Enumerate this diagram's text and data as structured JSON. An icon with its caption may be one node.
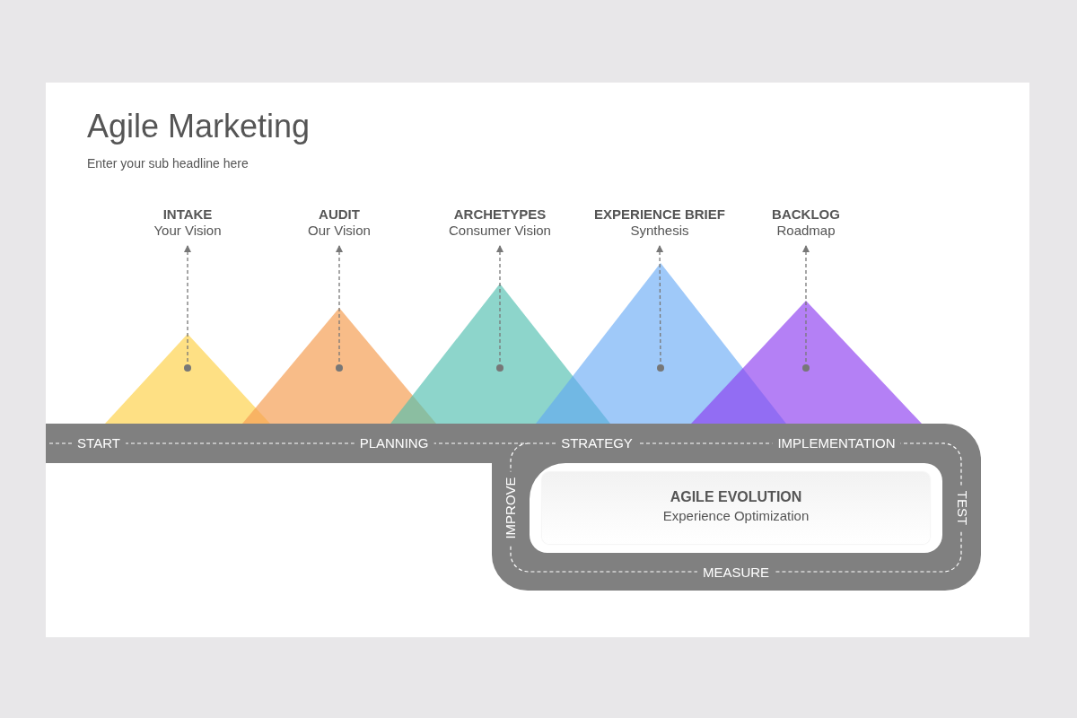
{
  "diagram": {
    "title": "Agile Marketing",
    "nodes": [
      {
        "text": [
          "INTAKE",
          "Your Vision"
        ]
      },
      {
        "text": [
          "AUDIT",
          "Our Vision"
        ]
      },
      {
        "text": [
          "ARCHETYPES",
          "Consumer Vision"
        ]
      },
      {
        "text": [
          "EXPERIENCE BRIEF",
          "Synthesis"
        ]
      },
      {
        "text": [
          "BACKLOG",
          "Roadmap"
        ]
      },
      {
        "text": [],
        "shape": "triangle"
      },
      {
        "text": [],
        "shape": "triangle"
      },
      {
        "text": [],
        "shape": "triangle"
      },
      {
        "text": [],
        "shape": "triangle"
      },
      {
        "text": [],
        "shape": "triangle"
      },
      {
        "text": [
          "AGILE EVOLUTION",
          "Experience Optimization"
        ]
      }
    ],
    "edges": [
      {
        "from": 5,
        "to": 0,
        "arrow": "to",
        "style": "dashed"
      },
      {
        "from": 6,
        "to": 1,
        "arrow": "to",
        "style": "dashed"
      },
      {
        "from": 7,
        "to": 2,
        "arrow": "to",
        "style": "dashed"
      },
      {
        "from": 8,
        "to": 3,
        "arrow": "to",
        "style": "dashed"
      },
      {
        "from": 9,
        "to": 4,
        "arrow": "to",
        "style": "dashed"
      }
    ],
    "labels": [
      "Enter your sub headline here",
      "START",
      "PLANNING",
      "STRATEGY",
      "IMPLEMENTATION",
      "IMPROVE",
      "TEST",
      "MEASURE"
    ]
  }
}
